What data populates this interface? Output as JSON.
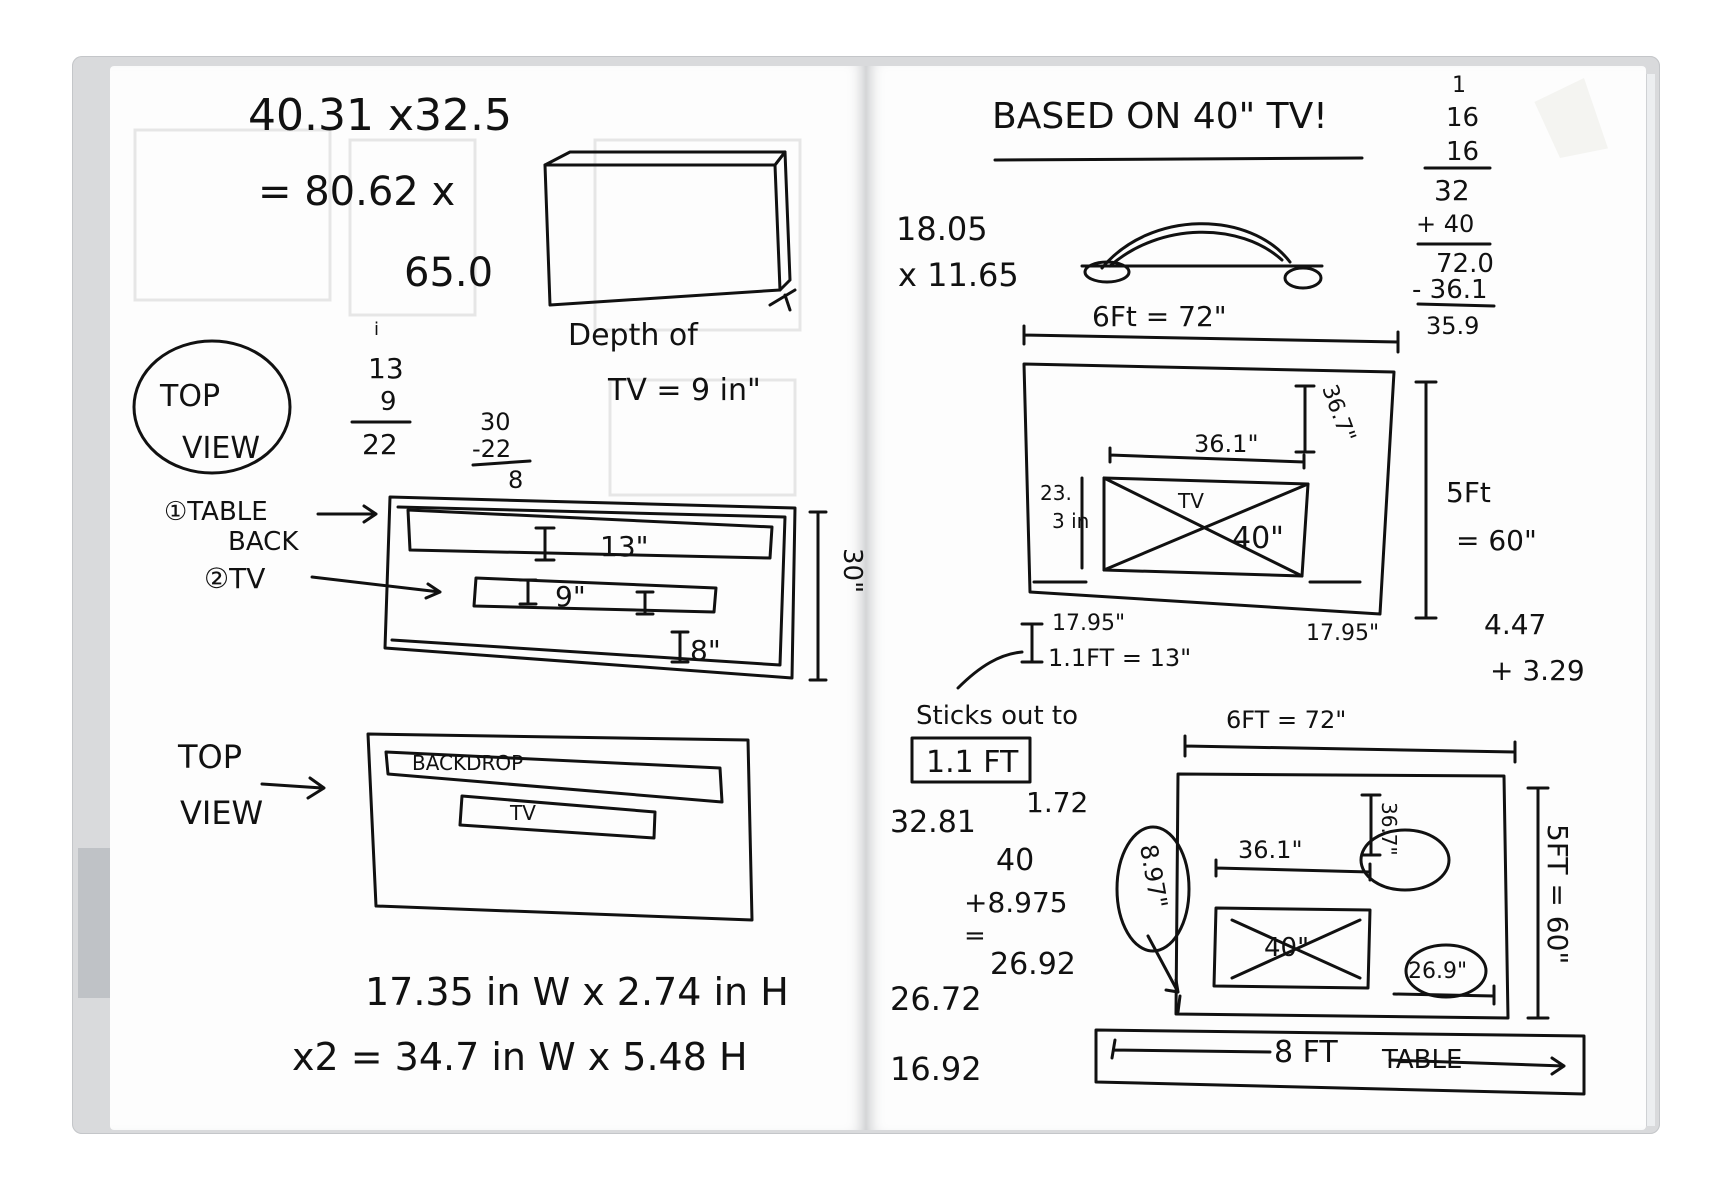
{
  "left_page": {
    "top_calc": {
      "line1": "40.31 x32.5",
      "line2": "= 80.62 x",
      "line3": "65.0"
    },
    "depth_note": {
      "line1": "Depth of",
      "line2": "TV = 9 in\""
    },
    "top_view_circled": {
      "line1": "TOP",
      "line2": "VIEW"
    },
    "sum_stack": {
      "tick": "i",
      "a": "13",
      "b": "9",
      "c": "22"
    },
    "diff_stack": {
      "a": "30",
      "b": "-22",
      "c": "8"
    },
    "legend": {
      "item1_line1": "①TABLE",
      "item1_line2": "BACK",
      "item2": "②TV"
    },
    "diagram1": {
      "dim_table": "13\"",
      "dim_tv": "9\"",
      "dim_gap": "8\"",
      "dim_side": "30\""
    },
    "top_view2": {
      "line1": "TOP",
      "line2": "VIEW"
    },
    "diagram2": {
      "backdrop": "BACKDROP",
      "tv": "TV"
    },
    "bottom_calc": {
      "line1": "17.35 in W x 2.74 in H",
      "line2": "x2 = 34.7 in W x 5.48 H"
    }
  },
  "right_page": {
    "heading": "BASED ON 40\" TV!",
    "column_math": {
      "tick": "1",
      "a": "16",
      "b": "16",
      "c": "32",
      "d": "+ 40",
      "e": "72.0",
      "f": "- 36.1",
      "g": "35.9"
    },
    "left_calc": {
      "line1": "18.05",
      "line2": "x 11.65"
    },
    "diagram_top": {
      "width_label": "6Ft = 72\"",
      "height_label1": "5Ft",
      "height_label2": "= 60\"",
      "tv_width": "36.1\"",
      "tv_height": "36.7\"",
      "tv_label": "TV",
      "tv_size": "40\"",
      "side_height1": "23.",
      "side_height2": "3 in",
      "left_gap": "17.95\"",
      "right_gap": "17.95\""
    },
    "stand_note": {
      "label": "1.1FT = 13\"",
      "sticks_out": "Sticks out to",
      "boxed": "1.1 FT"
    },
    "right_calc": {
      "line1": "4.47",
      "line2": "+ 3.29"
    },
    "middle_calc": {
      "a": "32.81",
      "b": "1.72",
      "c": "40",
      "d": "+8.975",
      "e": "=",
      "f": "26.92"
    },
    "diagram_bottom": {
      "width_label": "6FT = 72\"",
      "height_label": "5FT = 60\"",
      "tv_width": "36.1\"",
      "tv_height": "36.7\"",
      "tv_size": "40\"",
      "left_circled": "8.97\"",
      "right_circled": "26.9\"",
      "table_label": "8 FT",
      "table_word": "TABLE"
    },
    "bottom_calc": {
      "line1": "26.72",
      "line2": "16.92"
    }
  }
}
